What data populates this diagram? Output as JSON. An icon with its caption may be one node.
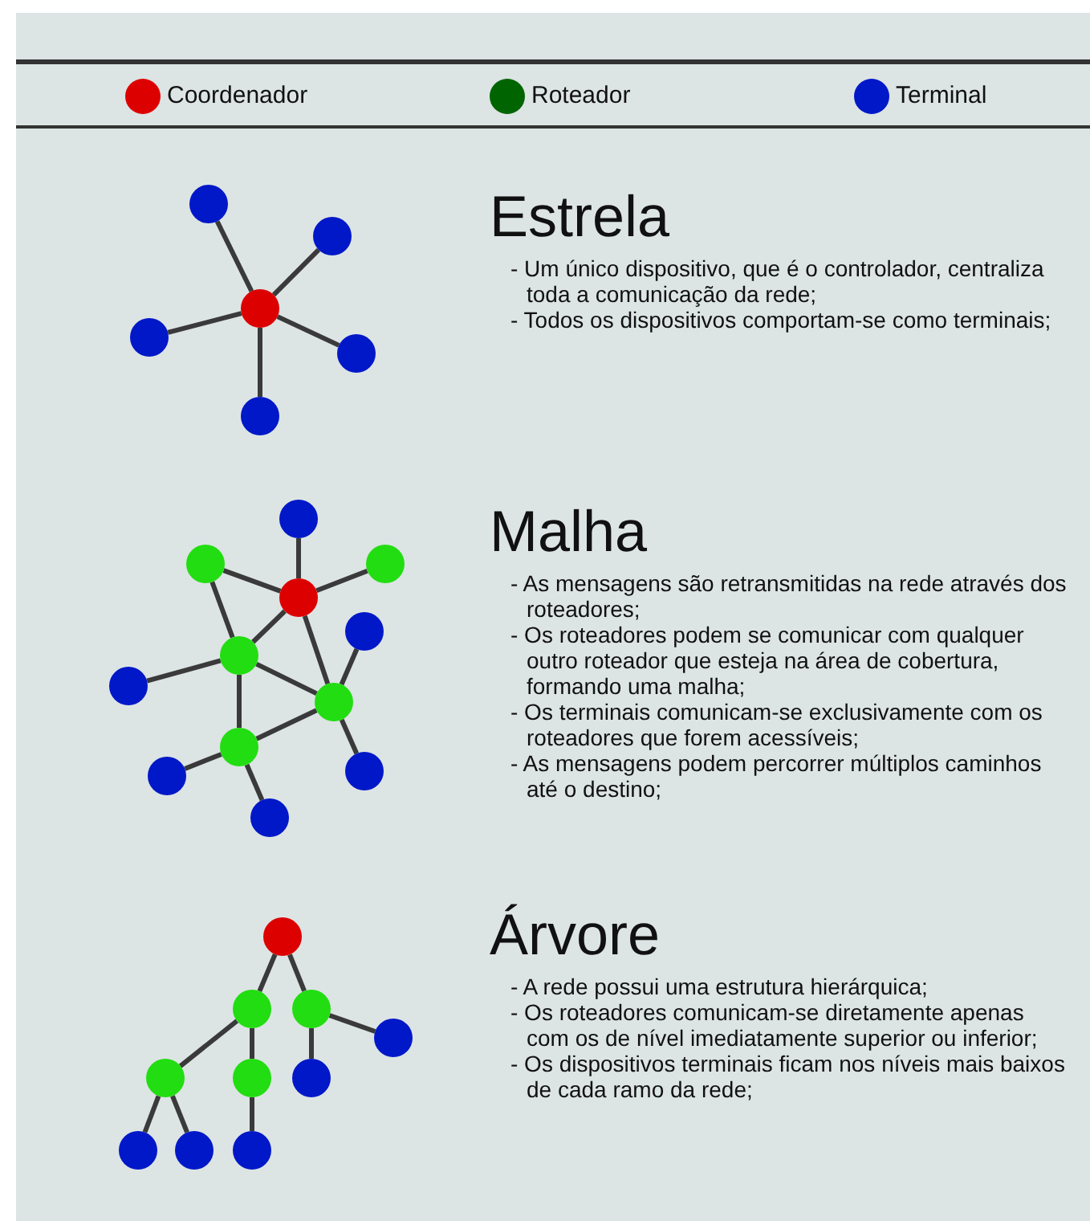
{
  "diagram": {
    "nodes": [
      {
        "text": [],
        "shape": "circle"
      },
      {
        "text": [],
        "shape": "circle"
      },
      {
        "text": [],
        "shape": "circle"
      },
      {
        "text": [],
        "shape": "circle"
      },
      {
        "text": [],
        "shape": "circle"
      },
      {
        "text": [],
        "shape": "circle"
      },
      {
        "text": [],
        "shape": "circle"
      },
      {
        "text": [],
        "shape": "circle"
      },
      {
        "text": [],
        "shape": "circle"
      },
      {
        "text": [],
        "shape": "circle"
      },
      {
        "text": [],
        "shape": "circle"
      },
      {
        "text": [],
        "shape": "circle"
      },
      {
        "text": [],
        "shape": "circle"
      },
      {
        "text": [],
        "shape": "circle"
      },
      {
        "text": [],
        "shape": "circle"
      },
      {
        "text": [],
        "shape": "circle"
      },
      {
        "text": [],
        "shape": "circle"
      },
      {
        "text": [],
        "shape": "circle"
      },
      {
        "text": [],
        "shape": "circle"
      },
      {
        "text": [],
        "shape": "circle"
      },
      {
        "text": [],
        "shape": "circle"
      },
      {
        "text": [],
        "shape": "circle"
      },
      {
        "text": [],
        "shape": "circle"
      },
      {
        "text": [],
        "shape": "circle"
      },
      {
        "text": [],
        "shape": "circle"
      },
      {
        "text": [],
        "shape": "circle"
      },
      {
        "text": [],
        "shape": "circle"
      },
      {
        "text": [],
        "shape": "circle"
      }
    ],
    "edges": [
      {
        "from": 2,
        "to": 0,
        "arrow": "none"
      },
      {
        "from": 2,
        "to": 1,
        "arrow": "none"
      },
      {
        "from": 2,
        "to": 3,
        "arrow": "none"
      },
      {
        "from": 2,
        "to": 4,
        "arrow": "none"
      },
      {
        "from": 2,
        "to": 5,
        "arrow": "none"
      },
      {
        "from": 9,
        "to": 6,
        "arrow": "none"
      },
      {
        "from": 9,
        "to": 7,
        "arrow": "none"
      },
      {
        "from": 9,
        "to": 8,
        "arrow": "none"
      },
      {
        "from": 9,
        "to": 11,
        "arrow": "none"
      },
      {
        "from": 9,
        "to": 13,
        "arrow": "none"
      },
      {
        "from": 7,
        "to": 11,
        "arrow": "none"
      },
      {
        "from": 11,
        "to": 12,
        "arrow": "none"
      },
      {
        "from": 11,
        "to": 13,
        "arrow": "none"
      },
      {
        "from": 11,
        "to": 14,
        "arrow": "none"
      },
      {
        "from": 13,
        "to": 10,
        "arrow": "none"
      },
      {
        "from": 13,
        "to": 15,
        "arrow": "none"
      },
      {
        "from": 13,
        "to": 14,
        "arrow": "none"
      },
      {
        "from": 14,
        "to": 16,
        "arrow": "none"
      },
      {
        "from": 14,
        "to": 17,
        "arrow": "none"
      },
      {
        "from": 18,
        "to": 19,
        "arrow": "none"
      },
      {
        "from": 18,
        "to": 20,
        "arrow": "none"
      },
      {
        "from": 20,
        "to": 21,
        "arrow": "none"
      },
      {
        "from": 19,
        "to": 22,
        "arrow": "none"
      },
      {
        "from": 19,
        "to": 23,
        "arrow": "none"
      },
      {
        "from": 20,
        "to": 24,
        "arrow": "none"
      },
      {
        "from": 22,
        "to": 25,
        "arrow": "none"
      },
      {
        "from": 22,
        "to": 26,
        "arrow": "none"
      },
      {
        "from": 23,
        "to": 27,
        "arrow": "none"
      }
    ],
    "labels": [
      "Estrela",
      "- Um único dispositivo, que é o controlador, centraliza toda a comunicação da rede;",
      "- Todos os dispositivos comportam-se como terminais;",
      "Malha",
      "- As mensagens são retransmitidas na rede através dos roteadores;",
      "- Os roteadores podem se comunicar com qualquer outro roteador que esteja na área de cobertura, formando uma malha;",
      "- Os terminais comunicam-se exclusivamente com os roteadores que forem acessíveis;",
      "- As mensagens podem percorrer múltiplos caminhos até o destino;",
      "Árvore",
      "- A rede possui uma estrutura hierárquica;",
      "- Os roteadores comunicam-se diretamente apenas com os de nível imediatamente superior ou inferior;",
      "- Os dispositivos terminais ficam nos níveis mais baixos de cada ramo da rede;"
    ],
    "legend": [
      {
        "text": "Coordenador",
        "color": "#dd0000"
      },
      {
        "text": "Roteador",
        "color": "#006400"
      },
      {
        "text": "Terminal",
        "color": "#0018c8"
      }
    ]
  }
}
